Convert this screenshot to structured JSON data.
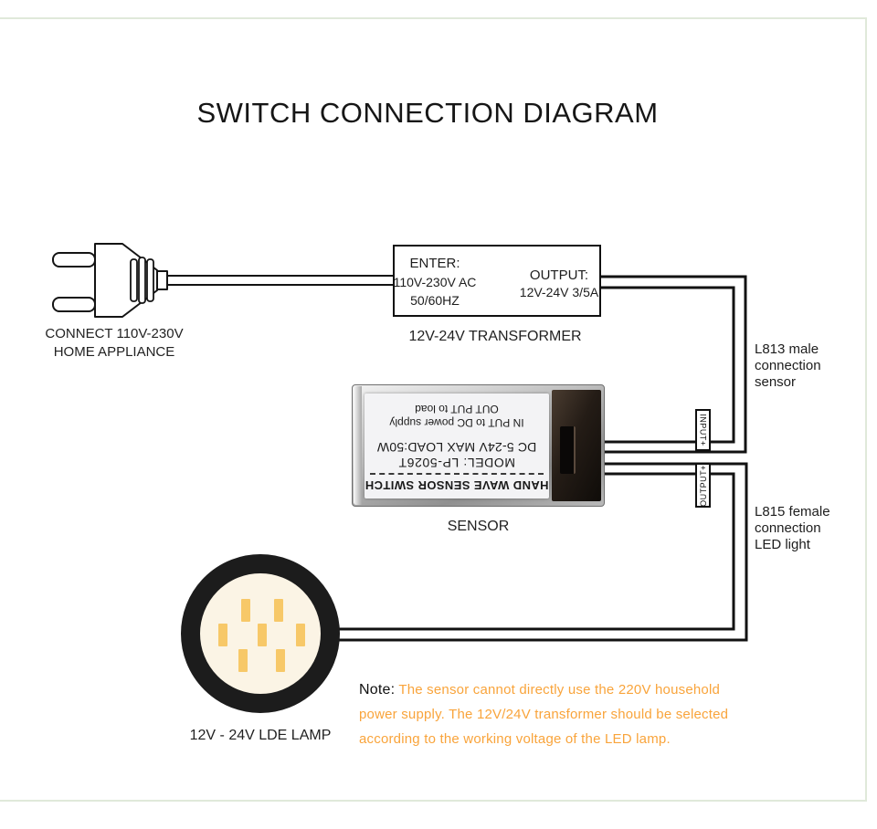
{
  "title": "SWITCH CONNECTION DIAGRAM",
  "plug": {
    "caption_line1": "CONNECT 110V-230V",
    "caption_line2": "HOME APPLIANCE"
  },
  "transformer": {
    "enter_label": "ENTER:",
    "enter_voltage": "110V-230V AC",
    "enter_freq": "50/60HZ",
    "output_label": "OUTPUT:",
    "output_rating": "12V-24V 3/5A",
    "caption": "12V-24V TRANSFORMER"
  },
  "sensor": {
    "brand": "HAND WAVE SENSOR SWITCH",
    "model": "MODEL: LP-5026T",
    "spec": "DC 5-24V MAX LOAD:50W",
    "input_note": "IN PUT to DC power supply",
    "output_note": "OUT PUT to load",
    "caption": "SENSOR"
  },
  "connector_tags": {
    "input": "INPUT+",
    "output": "OUTPUT+"
  },
  "side_labels": {
    "male": [
      "L813 male",
      "connection",
      "sensor"
    ],
    "female": [
      "L815 female",
      "connection",
      "LED light"
    ]
  },
  "lamp": {
    "caption": "12V - 24V LDE LAMP"
  },
  "note": {
    "prefix": "Note:",
    "line1": "The sensor cannot directly use the 220V household",
    "line2": "power supply. The 12V/24V transformer should be selected",
    "line3": "according to the working voltage of the LED lamp."
  },
  "colors": {
    "accent-orange": "#F9A43B",
    "wire": "#121212",
    "lamp-chip": "#F7C868",
    "lamp-face": "#FBF4E5",
    "frame-border": "#E0E9DA"
  }
}
